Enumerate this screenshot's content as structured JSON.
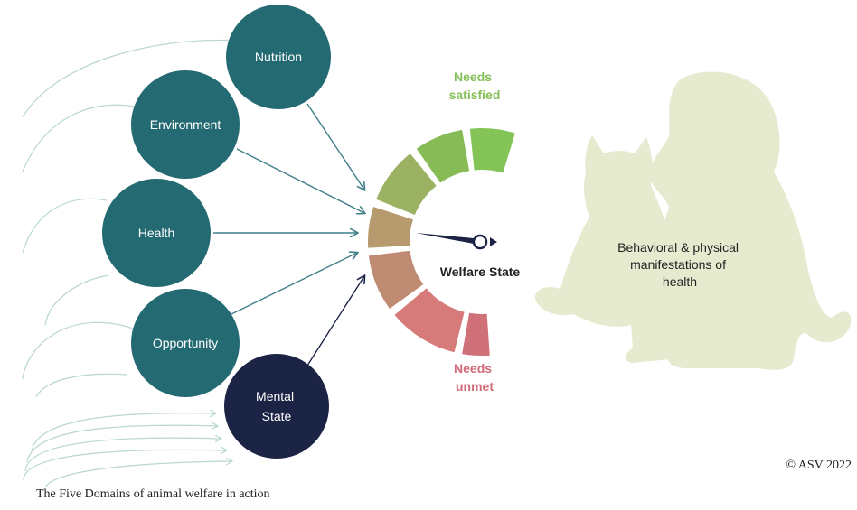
{
  "domains": [
    {
      "label": "Nutrition",
      "lines": [
        "Nutrition"
      ],
      "color": "#246a72"
    },
    {
      "label": "Environment",
      "lines": [
        "Environment"
      ],
      "color": "#246a72"
    },
    {
      "label": "Health",
      "lines": [
        "Health"
      ],
      "color": "#246a72"
    },
    {
      "label": "Opportunity",
      "lines": [
        "Opportunity"
      ],
      "color": "#246a72"
    },
    {
      "label": "Mental State",
      "lines": [
        "Mental",
        "State"
      ],
      "color": "#1c2446"
    }
  ],
  "gauge": {
    "label": "Welfare State",
    "top_label": [
      "Needs",
      "satisfied"
    ],
    "bottom_label": [
      "Needs",
      "unmet"
    ],
    "segment_colors": [
      "#d0717a",
      "#d77a7a",
      "#c08b73",
      "#b79a6d",
      "#9ab261",
      "#86bb55",
      "#84c457"
    ],
    "needle_color": "#1c2446"
  },
  "animals": {
    "text": [
      "Behavioral & physical",
      "manifestations of",
      "health"
    ],
    "color": "#e6ebcf"
  },
  "colors": {
    "arrow": "#3f7f88",
    "arrow_dark": "#1c2446",
    "feedback": "#b8d6d2",
    "needs_satisfied": "#86bf58",
    "needs_unmet": "#d26a78",
    "text_light": "#ffffff",
    "text_dark": "#222222"
  },
  "copyright": "© ASV 2022",
  "caption": "The Five Domains of animal welfare in action"
}
